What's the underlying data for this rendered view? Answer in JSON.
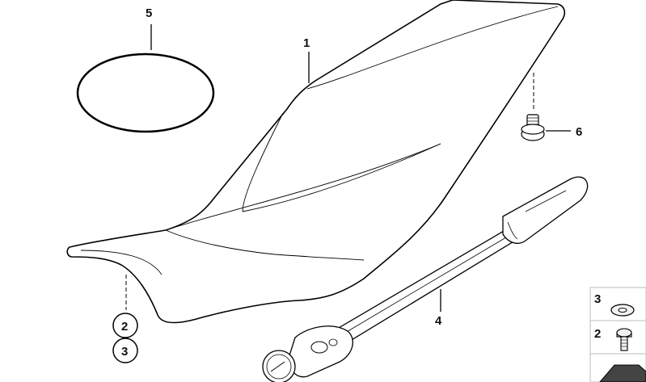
{
  "callouts": {
    "c1": "1",
    "c2": "2",
    "c3": "3",
    "c4": "4",
    "c5": "5",
    "c6": "6"
  },
  "legend": [
    {
      "num": "3",
      "icon": "washer-icon"
    },
    {
      "num": "2",
      "icon": "screw-icon"
    }
  ],
  "parts": {
    "seat": "motorcycle-seat",
    "gasket": "o-ring",
    "pump": "air-pump",
    "cap": "valve-cap"
  }
}
